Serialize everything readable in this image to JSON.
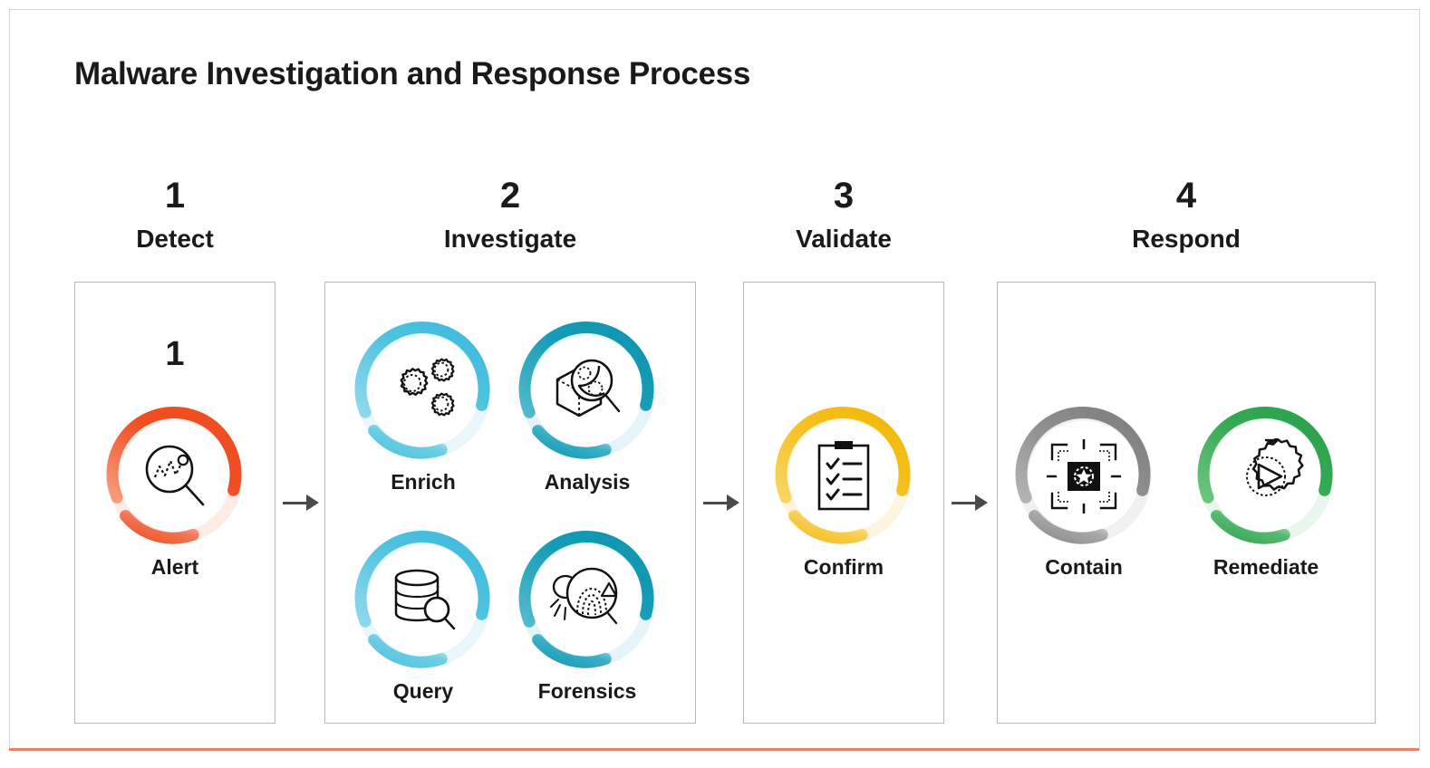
{
  "slide": {
    "title": "Malware Investigation and Response Process",
    "frame_accent_color": "#e8836a",
    "frame_border_color": "#d4d4d4",
    "background": "#ffffff",
    "text_color": "#1a1a1a"
  },
  "arrows": {
    "color": "#4a4a4a",
    "glyph": "arrow-right"
  },
  "steps": [
    {
      "number": "1",
      "name": "Detect",
      "inner_number": "1",
      "accent_color": "#ef4e23",
      "nodes": [
        {
          "label": "Alert",
          "icon": "magnifier-chart-icon",
          "ring_color": "#ef4e23"
        }
      ]
    },
    {
      "number": "2",
      "name": "Investigate",
      "inner_number": "",
      "accent_color": "#3cb8dd",
      "nodes": [
        {
          "label": "Enrich",
          "icon": "gears-icon",
          "ring_color": "#4ec3e0"
        },
        {
          "label": "Analysis",
          "icon": "cube-magnifier-icon",
          "ring_color": "#149bb5"
        },
        {
          "label": "Query",
          "icon": "database-search-icon",
          "ring_color": "#4ec3e0"
        },
        {
          "label": "Forensics",
          "icon": "bug-fingerprint-icon",
          "ring_color": "#149bb5"
        }
      ]
    },
    {
      "number": "3",
      "name": "Validate",
      "inner_number": "",
      "accent_color": "#f5bf1e",
      "nodes": [
        {
          "label": "Confirm",
          "icon": "clipboard-checklist-icon",
          "ring_color": "#f5bf1e"
        }
      ]
    },
    {
      "number": "4",
      "name": "Respond",
      "inner_number": "",
      "accent_color": "#35a853",
      "nodes": [
        {
          "label": "Contain",
          "icon": "target-malware-icon",
          "ring_color": "#8c8c8c"
        },
        {
          "label": "Remediate",
          "icon": "gear-play-icon",
          "ring_color": "#35a853"
        }
      ]
    }
  ]
}
